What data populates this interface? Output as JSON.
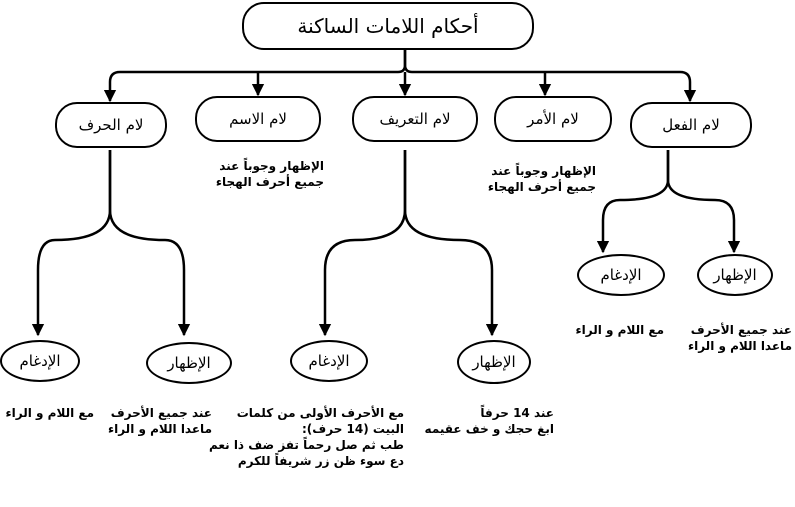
{
  "root": "أحكام اللامات الساكنة",
  "categories": {
    "harf": "لام الحرف",
    "ism": "لام الاسم",
    "tarif": "لام التعريف",
    "amr": "لام الأمر",
    "fiel": "لام الفعل"
  },
  "rules": {
    "idgham": "الإدغام",
    "izhar": "الإظهار"
  },
  "notes": {
    "ism": [
      "الإظهار وجوباً عند",
      "جميع أحرف الهجاء"
    ],
    "amr": [
      "الإظهار وجوباً عند",
      "جميع أحرف الهجاء"
    ],
    "harf_idgham": [
      "مع اللام و الراء"
    ],
    "harf_izhar": [
      "عند جميع الأحرف",
      "ماعدا اللام و الراء"
    ],
    "tarif_idgham": [
      "مع الأحرف الأولى من كلمات",
      "البيت (14 حرف):",
      "طب ثم صل رحماً تفز ضف ذا نعم",
      "دع سوء ظن زر شريفاً للكرم"
    ],
    "tarif_izhar": [
      "عند 14 حرفاً",
      "ابغ حجك و خف عقيمه"
    ],
    "fiel_idgham": [
      "مع اللام و الراء"
    ],
    "fiel_izhar": [
      "عند جميع الأحرف",
      "ماعدا اللام و الراء"
    ]
  }
}
